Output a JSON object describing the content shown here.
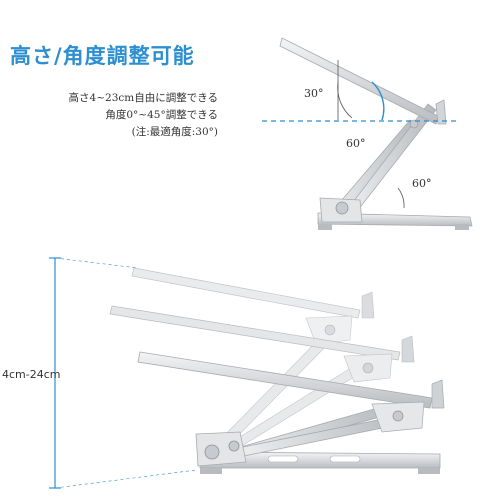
{
  "headline": "高さ/角度調整可能",
  "specs": {
    "height": "高さ4~23cm自由に調整できる",
    "angle": "角度0°~45°調整できる",
    "note": "(注:最適角度:30°)"
  },
  "angles": {
    "top": "30°",
    "middle": "60°",
    "bottom": "60°"
  },
  "height_range": "4cm-24cm",
  "colors": {
    "headline": "#2d8fd0",
    "dimension_line": "#2d8fd0",
    "metal": "#d9dbde",
    "metal_dark": "#9ea2a7"
  }
}
